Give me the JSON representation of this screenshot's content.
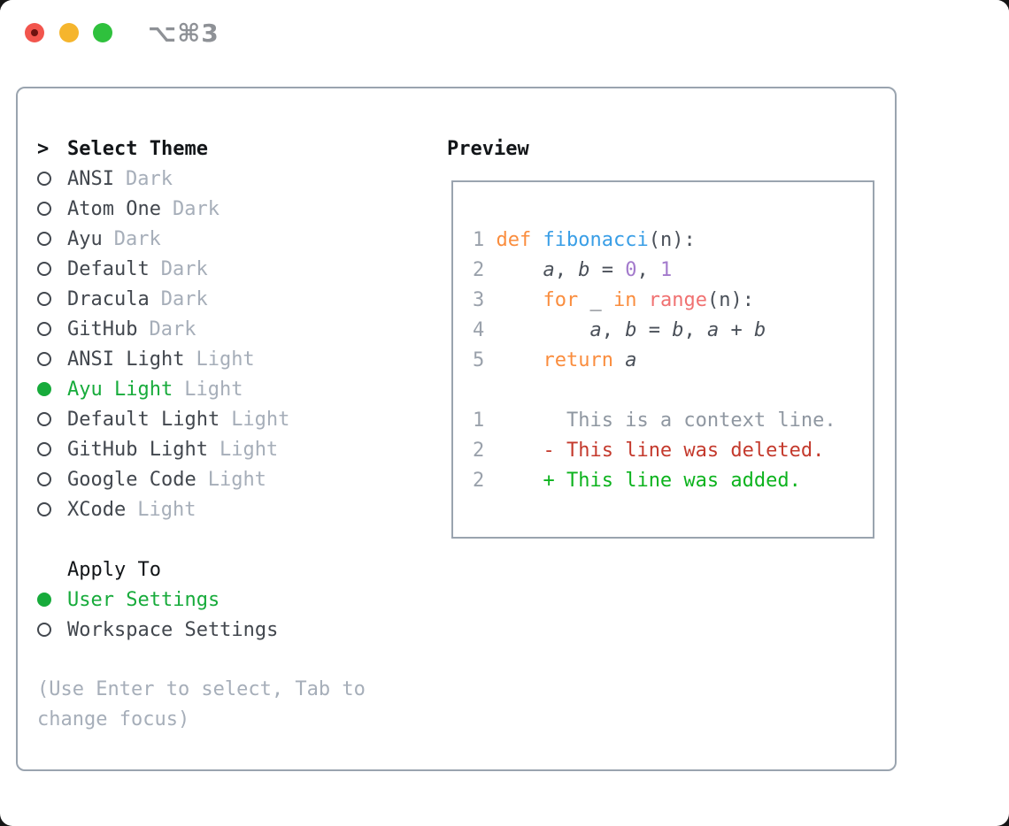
{
  "titlebar": {
    "shortcut": "⌥⌘3"
  },
  "colors": {
    "accent_green": "#17ab3b",
    "text_primary": "#42474e",
    "text_muted": "#a6aeb9",
    "header_black": "#121518",
    "border": "#9aa4af",
    "syntax_keyword": "#fa8d3e",
    "syntax_function": "#399ee6",
    "syntax_special": "#f07171",
    "syntax_constant": "#a37acc",
    "syntax_foreground": "#4a5059",
    "line_number": "#9aa1ab",
    "diff_context": "#8f97a1",
    "diff_deleted": "#c43a2d",
    "diff_added": "#0db31e",
    "traffic_red": "#f2554d",
    "traffic_yellow": "#f5b52d",
    "traffic_green": "#2fc13d",
    "shortcut_gray": "#8e9196"
  },
  "theme_list": {
    "focus_caret": ">",
    "header": "Select Theme",
    "items": [
      {
        "name": "ANSI",
        "variant": "Dark",
        "selected": false
      },
      {
        "name": "Atom One",
        "variant": "Dark",
        "selected": false
      },
      {
        "name": "Ayu",
        "variant": "Dark",
        "selected": false
      },
      {
        "name": "Default",
        "variant": "Dark",
        "selected": false
      },
      {
        "name": "Dracula",
        "variant": "Dark",
        "selected": false
      },
      {
        "name": "GitHub",
        "variant": "Dark",
        "selected": false
      },
      {
        "name": "ANSI Light",
        "variant": "Light",
        "selected": false
      },
      {
        "name": "Ayu Light",
        "variant": "Light",
        "selected": true
      },
      {
        "name": "Default Light",
        "variant": "Light",
        "selected": false
      },
      {
        "name": "GitHub Light",
        "variant": "Light",
        "selected": false
      },
      {
        "name": "Google Code",
        "variant": "Light",
        "selected": false
      },
      {
        "name": "XCode",
        "variant": "Light",
        "selected": false
      }
    ]
  },
  "apply_to": {
    "header": "Apply To",
    "items": [
      {
        "name": "User Settings",
        "selected": true
      },
      {
        "name": "Workspace Settings",
        "selected": false
      }
    ]
  },
  "hint": "(Use Enter to select, Tab to change focus)",
  "preview": {
    "title": "Preview",
    "lines": [
      [
        [
          "num",
          "1 "
        ],
        [
          "kw",
          "def "
        ],
        [
          "fn",
          "fibonacci"
        ],
        [
          "fg",
          "(n):"
        ]
      ],
      [
        [
          "num",
          "2 "
        ],
        [
          "fg",
          "    "
        ],
        [
          "var",
          "a"
        ],
        [
          "fg",
          ", "
        ],
        [
          "var",
          "b"
        ],
        [
          "fg",
          " = "
        ],
        [
          "const",
          "0"
        ],
        [
          "fg",
          ", "
        ],
        [
          "const",
          "1"
        ]
      ],
      [
        [
          "num",
          "3 "
        ],
        [
          "fg",
          "    "
        ],
        [
          "kw",
          "for"
        ],
        [
          "fg",
          " _ "
        ],
        [
          "kw",
          "in"
        ],
        [
          "fg",
          " "
        ],
        [
          "rng",
          "range"
        ],
        [
          "fg",
          "(n):"
        ]
      ],
      [
        [
          "num",
          "4 "
        ],
        [
          "fg",
          "        "
        ],
        [
          "var",
          "a"
        ],
        [
          "fg",
          ", "
        ],
        [
          "var",
          "b"
        ],
        [
          "fg",
          " = "
        ],
        [
          "var",
          "b"
        ],
        [
          "fg",
          ", "
        ],
        [
          "var",
          "a"
        ],
        [
          "fg",
          " + "
        ],
        [
          "var",
          "b"
        ]
      ],
      [
        [
          "num",
          "5 "
        ],
        [
          "fg",
          "    "
        ],
        [
          "kw",
          "return"
        ],
        [
          "fg",
          " "
        ],
        [
          "var",
          "a"
        ]
      ],
      [],
      [
        [
          "num",
          "1 "
        ],
        [
          "ctx",
          "      This is a context line."
        ]
      ],
      [
        [
          "num",
          "2 "
        ],
        [
          "fg",
          "    "
        ],
        [
          "del",
          "- This line was deleted."
        ]
      ],
      [
        [
          "num",
          "2 "
        ],
        [
          "fg",
          "    "
        ],
        [
          "add",
          "+ This line was added."
        ]
      ]
    ]
  }
}
